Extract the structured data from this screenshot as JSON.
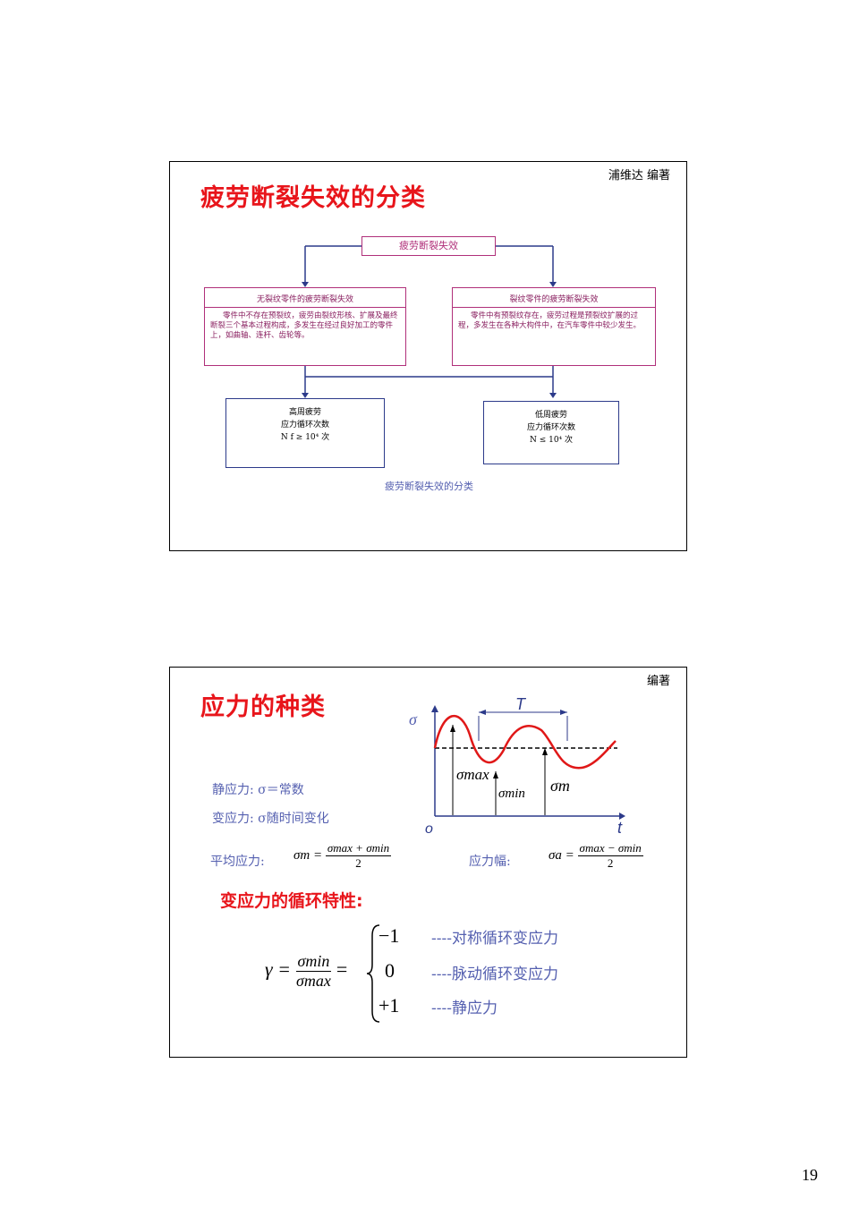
{
  "page_number": "19",
  "slide1": {
    "author": "浦维达 编著",
    "title": "疲劳断裂失效的分类",
    "root_label": "疲劳断裂失效",
    "left_head": "无裂纹零件的疲劳断裂失效",
    "left_body": "零件中不存在预裂纹，疲劳由裂纹形核、扩展及最终断裂三个基本过程构成，多发生在经过良好加工的零件上，如曲轴、连杆、齿轮等。",
    "right_head": "裂纹零件的疲劳断裂失效",
    "right_body": "零件中有预裂纹存在，疲劳过程是预裂纹扩展的过程，多发生在各种大构件中，在汽车零件中较少发生。",
    "high_cycle": {
      "line1": "高周疲劳",
      "line2": "应力循环次数",
      "line3": "N f ≥ 10⁴ 次"
    },
    "low_cycle": {
      "line1": "低周疲劳",
      "line2": "应力循环次数",
      "line3": "N ≤ 10⁴ 次"
    },
    "caption": "疲劳断裂失效的分类"
  },
  "slide2": {
    "author": "编著",
    "title": "应力的种类",
    "static_stress": "静应力: σ＝常数",
    "variable_stress": "变应力: σ随时间变化",
    "graph": {
      "y_axis": "σ",
      "x_axis": "t",
      "origin": "o",
      "period": "T",
      "smax": "σmax",
      "smin": "σmin",
      "sm": "σm"
    },
    "mean_label": "平均应力:",
    "mean_lhs": "σm =",
    "mean_num": "σmax + σmin",
    "mean_den": "2",
    "amp_label": "应力幅:",
    "amp_lhs": "σa =",
    "amp_num": "σmax − σmin",
    "amp_den": "2",
    "cycle_title": "变应力的循环特性:",
    "gamma_lhs": "γ =",
    "gamma_num": "σmin",
    "gamma_den": "σmax",
    "gamma_eq": "=",
    "cases": [
      {
        "value": "−1",
        "desc": "----对称循环变应力"
      },
      {
        "value": "0",
        "desc": "----脉动循环变应力"
      },
      {
        "value": "+1",
        "desc": "----静应力"
      }
    ]
  },
  "colors": {
    "title_red": "#e8151b",
    "diagram_magenta": "#b0307a",
    "diagram_blue": "#2c3a8a",
    "text_blue": "#5560b0"
  }
}
